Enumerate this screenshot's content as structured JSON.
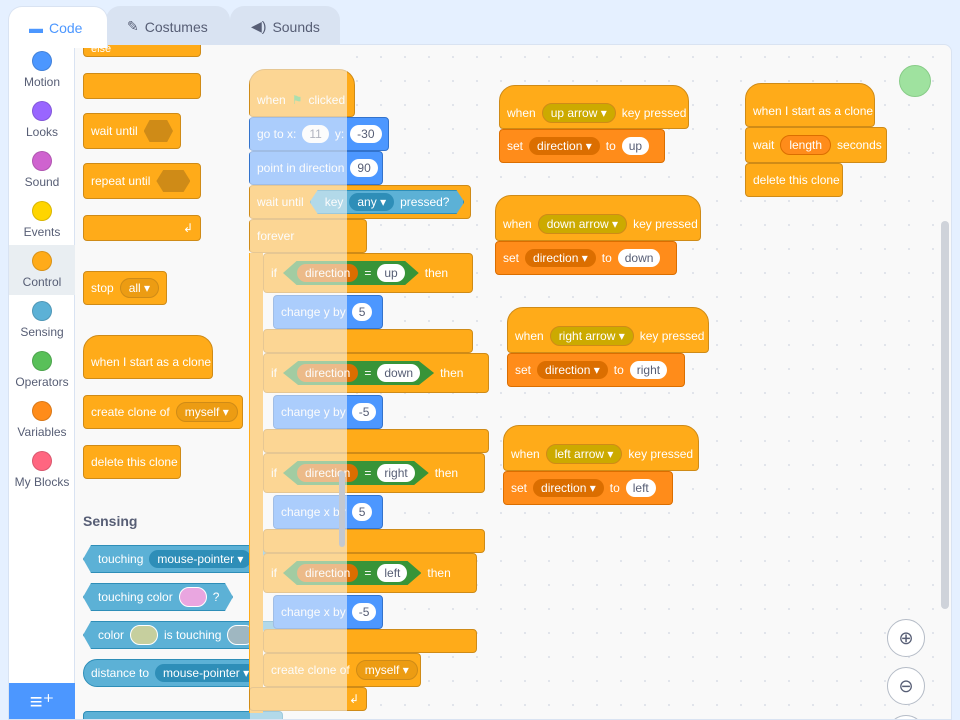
{
  "tabs": [
    {
      "label": "Code",
      "icon": "code-icon",
      "active": true
    },
    {
      "label": "Costumes",
      "icon": "brush-icon",
      "active": false
    },
    {
      "label": "Sounds",
      "icon": "speaker-icon",
      "active": false
    }
  ],
  "categories": [
    {
      "label": "Motion",
      "color": "#4c97ff"
    },
    {
      "label": "Looks",
      "color": "#9966ff"
    },
    {
      "label": "Sound",
      "color": "#cf63cf"
    },
    {
      "label": "Events",
      "color": "#ffd500"
    },
    {
      "label": "Control",
      "color": "#ffab19"
    },
    {
      "label": "Sensing",
      "color": "#5cb1d6"
    },
    {
      "label": "Operators",
      "color": "#59c059"
    },
    {
      "label": "Variables",
      "color": "#ff8c1a"
    },
    {
      "label": "My Blocks",
      "color": "#ff6680"
    }
  ],
  "palette": {
    "else": "else",
    "wait_until": "wait until",
    "repeat_until": "repeat until",
    "stop": "stop",
    "stop_opt": "all",
    "when_clone": "when I start as a clone",
    "create_clone": "create clone of",
    "create_clone_opt": "myself",
    "delete_clone": "delete this clone",
    "sensing_title": "Sensing",
    "touching": "touching",
    "touching_opt": "mouse-pointer",
    "q": "?",
    "touching_color": "touching color",
    "color": "color",
    "is_touching": "is touching",
    "distance_to": "distance to",
    "distance_opt": "mouse-pointer"
  },
  "script_main": {
    "when": "when",
    "clicked": "clicked",
    "goto": "go to x:",
    "x": "11",
    "y_label": "y:",
    "y": "-30",
    "point": "point in direction",
    "dir": "90",
    "wait_until": "wait until",
    "key": "key",
    "key_opt": "any",
    "pressed": "pressed?",
    "forever": "forever",
    "if": "if",
    "then": "then",
    "direction": "direction",
    "eq": "=",
    "up": "up",
    "down": "down",
    "right": "right",
    "left": "left",
    "change_y": "change y by",
    "change_x": "change x by",
    "v5": "5",
    "vm5": "-5",
    "create_clone": "create clone of",
    "myself": "myself"
  },
  "scripts": [
    {
      "key": "up arrow",
      "value": "up"
    },
    {
      "key": "down arrow",
      "value": "down"
    },
    {
      "key": "right arrow",
      "value": "right"
    },
    {
      "key": "left arrow",
      "value": "left"
    }
  ],
  "event_words": {
    "when": "when",
    "key_pressed": "key pressed",
    "set": "set",
    "var": "direction",
    "to": "to"
  },
  "clone_script": {
    "hat": "when I start as a clone",
    "wait": "wait",
    "length": "length",
    "seconds": "seconds",
    "delete": "delete this clone"
  },
  "zoom": {
    "in": "⊕",
    "out": "⊖"
  }
}
